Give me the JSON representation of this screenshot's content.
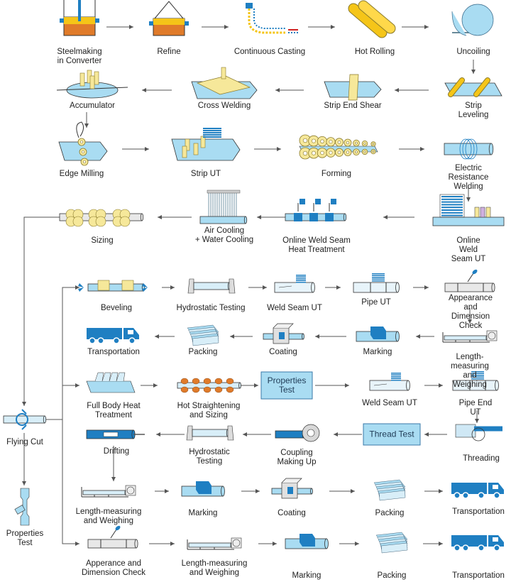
{
  "steps": [
    {
      "id": "steelmaking",
      "label": "Steelmaking\nin Converter",
      "icon": "converter-icon"
    },
    {
      "id": "refine",
      "label": "Refine",
      "icon": "ladle-icon"
    },
    {
      "id": "casting",
      "label": "Continuous Casting",
      "icon": "continuous-casting-icon"
    },
    {
      "id": "hotrolling",
      "label": "Hot Rolling",
      "icon": "rolls-icon"
    },
    {
      "id": "uncoiling",
      "label": "Uncoiling",
      "icon": "coil-icon"
    },
    {
      "id": "leveling",
      "label": "Strip Leveling",
      "icon": "strip-leveling-icon"
    },
    {
      "id": "shear",
      "label": "Strip End Shear",
      "icon": "shear-icon"
    },
    {
      "id": "crossweld",
      "label": "Cross Welding",
      "icon": "cross-welding-icon"
    },
    {
      "id": "accumulator",
      "label": "Accumulator",
      "icon": "accumulator-icon"
    },
    {
      "id": "edgemill",
      "label": "Edge Milling",
      "icon": "edge-milling-icon"
    },
    {
      "id": "stripUT",
      "label": "Strip UT",
      "icon": "strip-ut-icon"
    },
    {
      "id": "forming",
      "label": "Forming",
      "icon": "forming-rolls-icon"
    },
    {
      "id": "erw",
      "label": "Electric Resistance\nWelding",
      "icon": "erw-coil-icon"
    },
    {
      "id": "onlineUT",
      "label": "Online Weld\nSeam UT",
      "icon": "online-ut-icon"
    },
    {
      "id": "heattreat",
      "label": "Online Weld Seam\nHeat Treatment",
      "icon": "induction-heating-icon"
    },
    {
      "id": "cooling",
      "label": "Air Cooling\n+ Water Cooling",
      "icon": "cooling-bed-icon"
    },
    {
      "id": "sizing",
      "label": "Sizing",
      "icon": "sizing-rolls-icon"
    },
    {
      "id": "flyingcut",
      "label": "Flying Cut",
      "icon": "flying-cut-icon"
    },
    {
      "id": "proptest1",
      "label": "Properties\nTest",
      "icon": "tensile-specimen-icon"
    },
    {
      "id": "beveling",
      "label": "Beveling",
      "icon": "beveling-icon"
    },
    {
      "id": "hydro1",
      "label": "Hydrostatic Testing",
      "icon": "hydrostatic-icon"
    },
    {
      "id": "wsut1",
      "label": "Weld Seam UT",
      "icon": "weld-seam-ut-icon"
    },
    {
      "id": "pipeut",
      "label": "Pipe UT",
      "icon": "pipe-ut-icon"
    },
    {
      "id": "appear1",
      "label": "Appearance and\nDimension Check",
      "icon": "inspection-icon"
    },
    {
      "id": "lmw1",
      "label": "Length-measuring\nand Weighing",
      "icon": "weighing-icon"
    },
    {
      "id": "marking1",
      "label": "Marking",
      "icon": "marking-icon"
    },
    {
      "id": "coating1",
      "label": "Coating",
      "icon": "coating-icon"
    },
    {
      "id": "packing1",
      "label": "Packing",
      "icon": "pipe-bundle-icon"
    },
    {
      "id": "transport1",
      "label": "Transportation",
      "icon": "truck-icon"
    },
    {
      "id": "fullheat",
      "label": "Full Body Heat\nTreatment",
      "icon": "furnace-icon"
    },
    {
      "id": "hotstraight",
      "label": "Hot Straightening\nand Sizing",
      "icon": "straightening-rolls-icon"
    },
    {
      "id": "proptest2",
      "label": "Properties\nTest",
      "icon": "box"
    },
    {
      "id": "wsut2",
      "label": "Weld Seam UT",
      "icon": "weld-seam-ut-icon"
    },
    {
      "id": "pipeendut",
      "label": "Pipe End UT",
      "icon": "pipe-ut-icon"
    },
    {
      "id": "threading",
      "label": "Threading",
      "icon": "threading-icon"
    },
    {
      "id": "threadtest",
      "label": "Thread Test",
      "icon": "box"
    },
    {
      "id": "coupling",
      "label": "Coupling\nMaking Up",
      "icon": "coupling-icon"
    },
    {
      "id": "hydro2",
      "label": "Hydrostatic\nTesting",
      "icon": "hydrostatic-icon"
    },
    {
      "id": "drifting",
      "label": "Drifting",
      "icon": "drift-icon"
    },
    {
      "id": "lmw2",
      "label": "Length-measuring\nand Weighing",
      "icon": "weighing-icon"
    },
    {
      "id": "marking2",
      "label": "Marking",
      "icon": "marking-icon"
    },
    {
      "id": "coating2",
      "label": "Coating",
      "icon": "coating-icon"
    },
    {
      "id": "packing2",
      "label": "Packing",
      "icon": "pipe-bundle-icon"
    },
    {
      "id": "transport2",
      "label": "Transportation",
      "icon": "truck-icon"
    },
    {
      "id": "appear2",
      "label": "Apperance and\nDimension Check",
      "icon": "inspection-icon"
    },
    {
      "id": "lmw3",
      "label": "Length-measuring\nand Weighing",
      "icon": "weighing-icon"
    },
    {
      "id": "marking3",
      "label": "Marking",
      "icon": "marking-icon"
    },
    {
      "id": "packing3",
      "label": "Packing",
      "icon": "pipe-bundle-icon"
    },
    {
      "id": "transport3",
      "label": "Transportation",
      "icon": "truck-icon"
    }
  ],
  "flows": [
    [
      "steelmaking",
      "refine"
    ],
    [
      "refine",
      "casting"
    ],
    [
      "casting",
      "hotrolling"
    ],
    [
      "hotrolling",
      "uncoiling"
    ],
    [
      "uncoiling",
      "leveling"
    ],
    [
      "leveling",
      "shear"
    ],
    [
      "shear",
      "crossweld"
    ],
    [
      "crossweld",
      "accumulator"
    ],
    [
      "accumulator",
      "edgemill"
    ],
    [
      "edgemill",
      "stripUT"
    ],
    [
      "stripUT",
      "forming"
    ],
    [
      "forming",
      "erw"
    ],
    [
      "erw",
      "onlineUT"
    ],
    [
      "onlineUT",
      "heattreat"
    ],
    [
      "heattreat",
      "cooling"
    ],
    [
      "cooling",
      "sizing"
    ],
    [
      "sizing",
      "flyingcut"
    ],
    [
      "flyingcut",
      "proptest1"
    ],
    [
      "flyingcut",
      "beveling"
    ],
    [
      "beveling",
      "hydro1"
    ],
    [
      "hydro1",
      "wsut1"
    ],
    [
      "wsut1",
      "pipeut"
    ],
    [
      "pipeut",
      "appear1"
    ],
    [
      "appear1",
      "lmw1"
    ],
    [
      "lmw1",
      "marking1"
    ],
    [
      "marking1",
      "coating1"
    ],
    [
      "coating1",
      "packing1"
    ],
    [
      "packing1",
      "transport1"
    ],
    [
      "flyingcut",
      "fullheat"
    ],
    [
      "fullheat",
      "hotstraight"
    ],
    [
      "hotstraight",
      "proptest2"
    ],
    [
      "proptest2",
      "wsut2"
    ],
    [
      "wsut2",
      "pipeendut"
    ],
    [
      "pipeendut",
      "threading"
    ],
    [
      "threading",
      "threadtest"
    ],
    [
      "threadtest",
      "coupling"
    ],
    [
      "coupling",
      "hydro2"
    ],
    [
      "hydro2",
      "drifting"
    ],
    [
      "drifting",
      "lmw2"
    ],
    [
      "lmw2",
      "marking2"
    ],
    [
      "marking2",
      "coating2"
    ],
    [
      "coating2",
      "packing2"
    ],
    [
      "packing2",
      "transport2"
    ],
    [
      "flyingcut",
      "appear2"
    ],
    [
      "appear2",
      "lmw3"
    ],
    [
      "lmw3",
      "marking3"
    ],
    [
      "marking3",
      "packing3"
    ],
    [
      "packing3",
      "transport3"
    ]
  ],
  "colors": {
    "blue": "#1f7fc2",
    "lightblue": "#a9dcf2",
    "yellow": "#f6e89a",
    "gold": "#f5c518",
    "orange": "#e07b2a",
    "line": "#555555"
  }
}
